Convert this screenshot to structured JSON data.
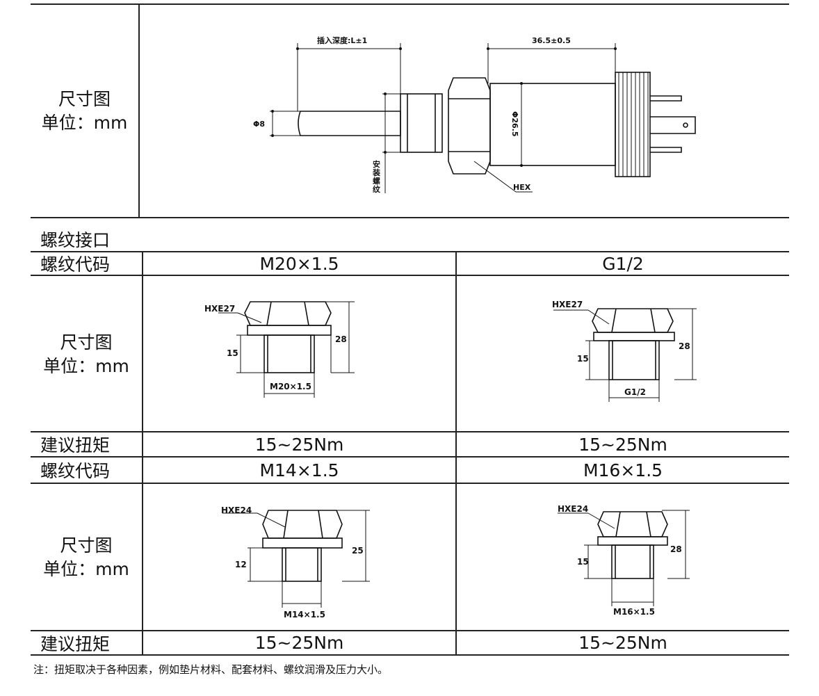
{
  "top": {
    "row_label_line1": "尺寸图",
    "row_label_line2": "单位：mm",
    "diagram": {
      "insertion_depth": "插入深度:L±1",
      "length": "36.5±0.5",
      "probe_dia": "Φ8",
      "body_dia": "Φ26.5",
      "thread_label": [
        "安",
        "装",
        "螺",
        "纹"
      ],
      "hex_label": "HEX"
    }
  },
  "section_title": "螺纹接口",
  "rows": [
    {
      "code_label": "螺纹代码",
      "codes": [
        "M20×1.5",
        "G1/2"
      ]
    },
    {
      "drawing_label_line1": "尺寸图",
      "drawing_label_line2": "单位：mm",
      "drawings": [
        {
          "hex": "HXE27",
          "h_total": "28",
          "h_thread": "15",
          "thread": "M20×1.5"
        },
        {
          "hex": "HXE27",
          "h_total": "28",
          "h_thread": "15",
          "thread": "G1/2"
        }
      ]
    },
    {
      "torque_label": "建议扭矩",
      "torques": [
        "15~25Nm",
        "15~25Nm"
      ]
    },
    {
      "code_label": "螺纹代码",
      "codes": [
        "M14×1.5",
        "M16×1.5"
      ]
    },
    {
      "drawing_label_line1": "尺寸图",
      "drawing_label_line2": "单位：mm",
      "drawings": [
        {
          "hex": "HXE24",
          "h_total": "25",
          "h_thread": "12",
          "thread": "M14×1.5"
        },
        {
          "hex": "HXE24",
          "h_total": "28",
          "h_thread": "15",
          "thread": "M16×1.5"
        }
      ]
    },
    {
      "torque_label": "建议扭矩",
      "torques": [
        "15~25Nm",
        "15~25Nm"
      ]
    }
  ],
  "note": "注：扭矩取决于各种因素，例如垫片材料、配套材料、螺纹润滑及压力大小。"
}
